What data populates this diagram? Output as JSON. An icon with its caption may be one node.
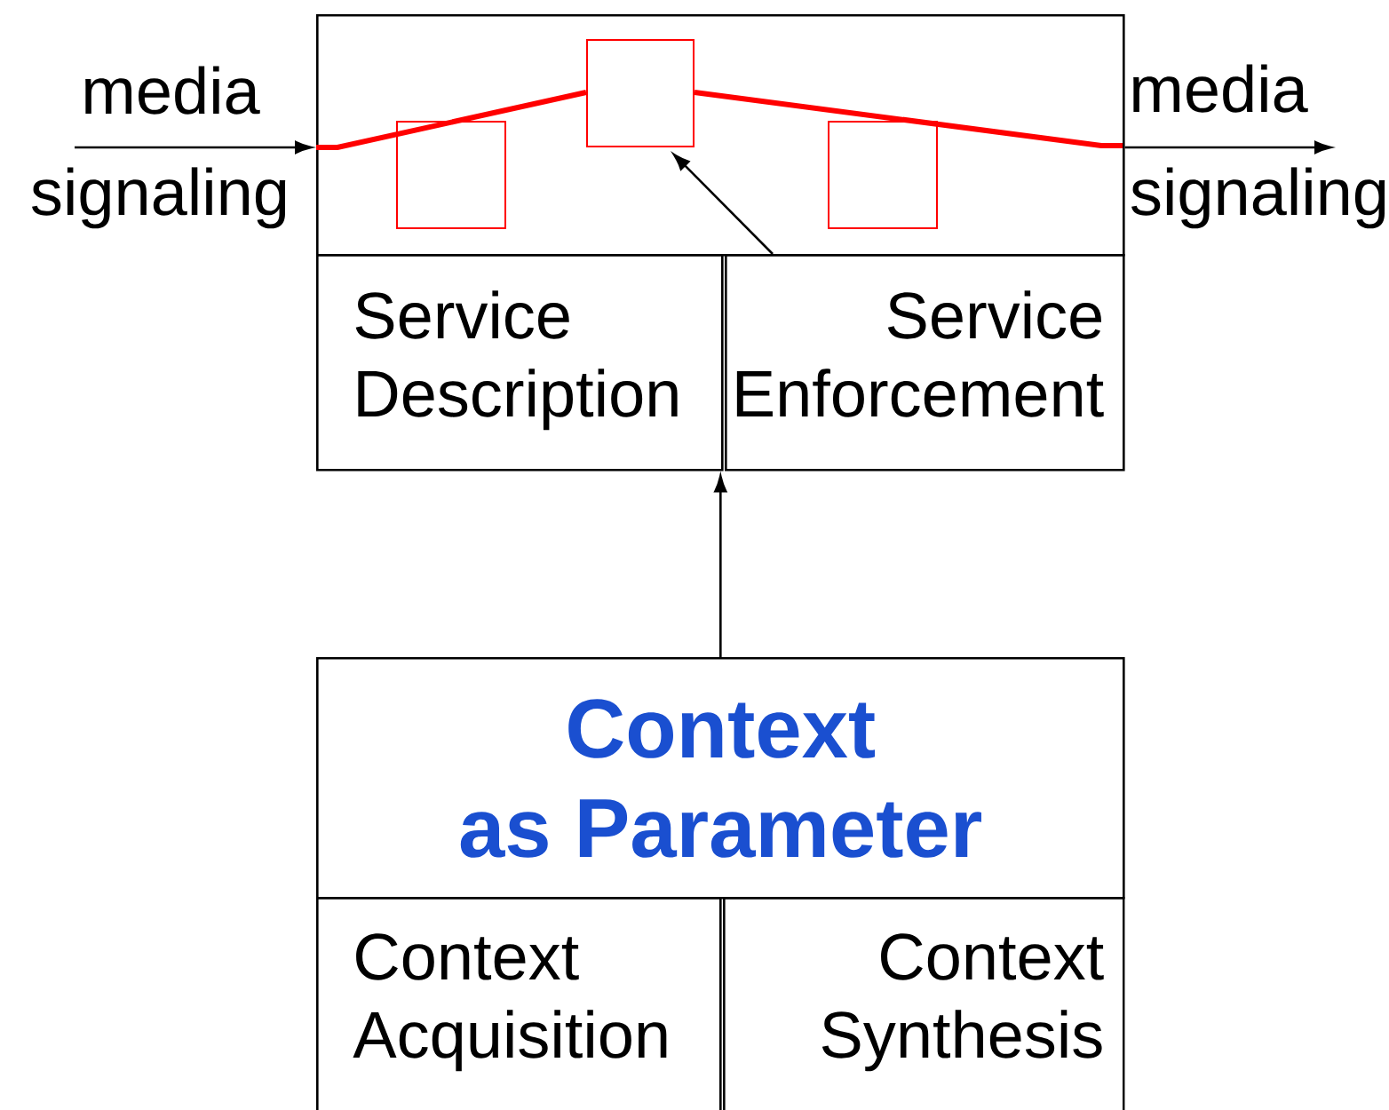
{
  "diagram": {
    "nodes": [
      {
        "text": [],
        "shape": "box"
      },
      {
        "text": [],
        "shape": "box",
        "in": 0
      },
      {
        "text": [],
        "shape": "box",
        "in": 0
      },
      {
        "text": [],
        "shape": "box",
        "in": 0
      },
      {
        "text": [
          "Service Description"
        ]
      },
      {
        "text": [
          "Service Enforcement"
        ]
      },
      {
        "text": [
          "Context as Parameter"
        ]
      },
      {
        "text": [
          "Context Acquisition"
        ]
      },
      {
        "text": [
          "Context Synthesis"
        ]
      }
    ],
    "edges": [
      {
        "from": null,
        "to": 0,
        "arrow": "to",
        "label": "signaling"
      },
      {
        "from": 0,
        "to": null,
        "arrow": "to",
        "label": "signaling"
      },
      {
        "from": null,
        "to": 2,
        "arrow": "none",
        "style": "thick",
        "color": "#ff0000"
      },
      {
        "from": 2,
        "to": null,
        "arrow": "none",
        "style": "thick",
        "color": "#ff0000"
      },
      {
        "from": 5,
        "to": 2,
        "arrow": "to"
      },
      {
        "from": 6,
        "to": 5,
        "arrow": "to"
      }
    ],
    "labels": [
      "media",
      "media"
    ]
  }
}
